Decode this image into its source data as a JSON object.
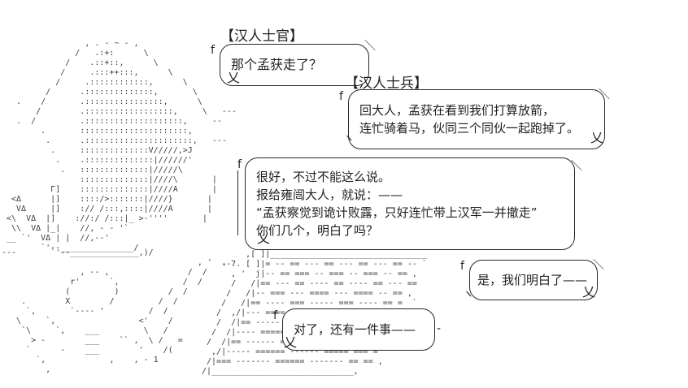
{
  "scene": {
    "background_color": "#ffffff",
    "ink_color": "#272727",
    "description_labels": {
      "officer": "【汉人士官】",
      "soldier": "【汉人士兵】"
    }
  },
  "bubbles": {
    "officer_question": {
      "speaker": "【汉人士官】",
      "lines": [
        "那个孟获走了？"
      ]
    },
    "soldier_report": {
      "speaker": "【汉人士兵】",
      "lines": [
        "回大人，孟获在看到我们打算放箭，",
        "连忙骑着马，伙同三个同伙一起跑掉了。"
      ]
    },
    "officer_order": {
      "lines": [
        "很好，不过不能这么说。",
        "报给雍闿大人，就说：——",
        "“孟获察觉到诡计败露，只好连忙带上汉军一并撤走”",
        "你们几个，明白了吗？"
      ]
    },
    "soldier_reply": {
      "lines": [
        "是，我们明白了——"
      ]
    },
    "officer_more": {
      "lines": [
        "对了，还有一件事——"
      ]
    }
  },
  "glyphs": {
    "corner_left": "f",
    "nick_right": "＼",
    "hook_left": "ヽ",
    "tail": "乂",
    "dash_mark": "-"
  },
  "ascii_art": {
    "hat_figure": "                , . - ~ - ,\n              /   .:+:      \\\n            /    .::+::,      \\\n           /     .:::++:::,      \\\n          /     .::::::::::::,      \\\n        /      .::::::::::::::,       \\\n  .    /       .::::::::::::::::,      \\\n      /        .::::::::::::::::::,     \\   ---\n  .  /         .::::::::::::::::::::,     --\n       .       ::::::::::::::::::::::,\n        .      .::::::::::::::::::::::,   ---\n         .     ::::::::::::::V/////,>J\n          .    .::::::::::::::|//////'\n           .   ::::::::::::::|/////\\\n               ::::::::::::::|////\\       |\n         Γ]    ::::::::::::::|////A       |\n <Δ      |]    ::::/>:::::::|////}       |\n  VΔ     |]    :// /:::,::::|////A       |\n<\\  VΔ  |]    ://:/ /:::|_ >-''''       |\n \\\\  VΔ |_|    //, - - '`\n__ `'  VΔ | |  //,--'\n       `'--_______________/",
    "bottom_left_figure": "---       `'--______________,)/\n                                        , '  ,\n                , -- ,                /  /\n              r'      `,             /  /\n             (         )          /  /\n    .        X        /         /  /\n     `,       `---- '         /  /\n   \\     `,                 <'    /\n    `\\     `,    ___         \\   /\n      > -        ___    `` ,  \\ /   =\n     `      -    ___        '    /(\n       `,             ,    , - 1\n         ,",
    "cloak_dashes": "         ,[ ]|________________________________\n    --7. [ ]|= -- == --- == --- == --- == -- `\n      , '  j|-- == === -- === -- === -- == ,\n      /   /|== --- == ---- == ---- == --- ==\n     /   /|-- === --- ==== --- ==== -- == ,\n    /   /|== ---- === ----- === ---- == =  `\n   /  ,/|--- ==== ---- ===== ---- === == ,\n   /  /|== ----- ==== ------ === ==== = `\n  /  /|---- ===== ----- ===== ---- == = ,\n /  /|== ------ ===== ------ ==== == ==\n  ,/|----- ====== ------ ===== === = `\n /|=== ------- ====== ------- == == ,\n/|_____________________________,"
  }
}
